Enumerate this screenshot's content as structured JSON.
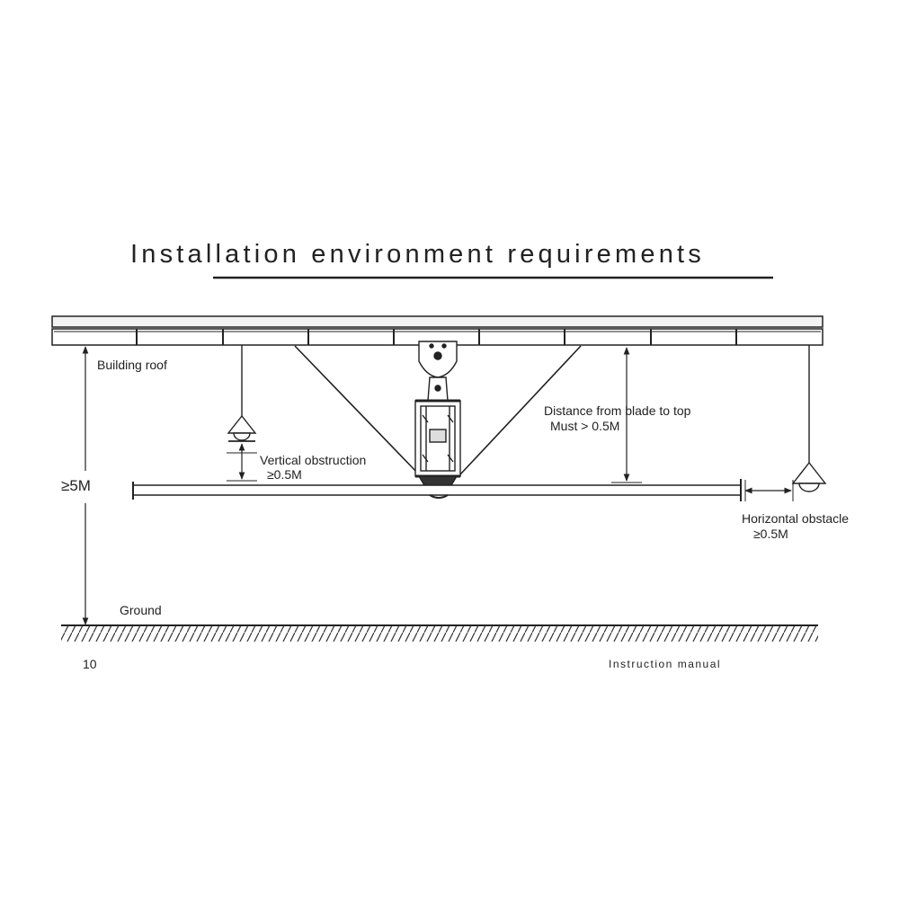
{
  "title": "Installation environment requirements",
  "labels": {
    "building_roof": "Building roof",
    "height_min": "≥5M",
    "ground": "Ground",
    "vertical_obstruction": "Vertical obstruction",
    "vertical_obstruction_value": "≥0.5M",
    "blade_to_top": "Distance from blade to top",
    "blade_to_top_value": "Must > 0.5M",
    "horizontal_obstacle": "Horizontal obstacle",
    "horizontal_obstacle_value": "≥0.5M"
  },
  "footer": {
    "page_number": "10",
    "manual": "Instruction manual"
  },
  "colors": {
    "line": "#222222",
    "roof_fill": "#f2f2f2"
  }
}
